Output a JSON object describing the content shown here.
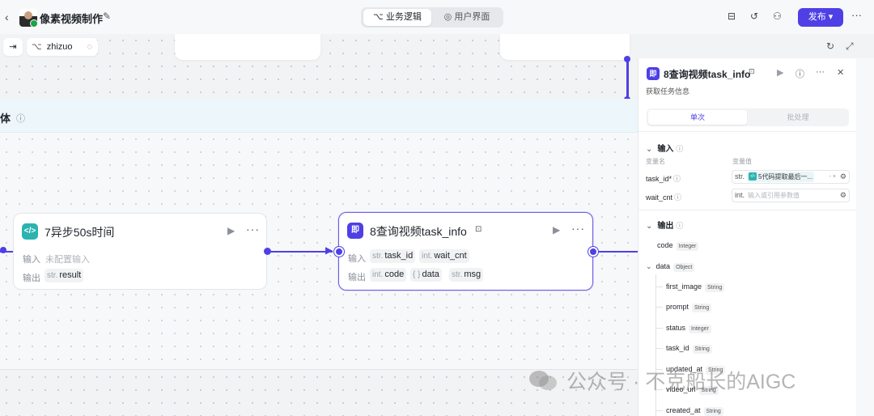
{
  "topbar": {
    "back_icon": "chevron-left-icon",
    "title": "像素视频制作",
    "tabs": [
      {
        "label": "业务逻辑",
        "icon": "workflow-icon",
        "active": true
      },
      {
        "label": "用户界面",
        "icon": "palette-icon",
        "active": false
      }
    ],
    "publish_label": "发布",
    "accent": "#4e40e5"
  },
  "canvas_bar": {
    "chip_label": "zhizuo"
  },
  "loop": {
    "title": "体"
  },
  "nodes": [
    {
      "title": "7异步50s时间",
      "icon_text": "</>",
      "icon_color": "#2bb3b1",
      "input_label": "输入",
      "input_empty": "未配置输入",
      "output_label": "输出",
      "outputs": [
        {
          "type": "str.",
          "name": "result"
        }
      ]
    },
    {
      "title": "8查询视频task_info",
      "icon_text": "即",
      "icon_color": "#4e40e5",
      "input_label": "输入",
      "inputs": [
        {
          "type": "str.",
          "name": "task_id"
        },
        {
          "type": "int.",
          "name": "wait_cnt"
        }
      ],
      "output_label": "输出",
      "outputs": [
        {
          "type": "int.",
          "name": "code"
        },
        {
          "type": "{ }",
          "name": "data"
        },
        {
          "type": "str.",
          "name": "msg"
        }
      ]
    }
  ],
  "panel": {
    "icon_text": "即",
    "title": "8查询视频task_info",
    "description": "获取任务信息",
    "tabs": [
      "单次",
      "批处理"
    ],
    "input_section": "输入",
    "col_name": "变量名",
    "col_value": "变量值",
    "inputs": [
      {
        "name": "task_id*",
        "type": "str.",
        "ref": "5代码提取最后一...",
        "ctl": "- ×"
      },
      {
        "name": "wait_cnt",
        "type": "int.",
        "placeholder": "输入或引用参数值"
      }
    ],
    "output_section": "输出",
    "outputs": [
      {
        "name": "code",
        "type": "Integer"
      },
      {
        "name": "data",
        "type": "Object"
      },
      {
        "name": "first_image",
        "type": "String"
      },
      {
        "name": "prompt",
        "type": "String"
      },
      {
        "name": "status",
        "type": "Integer"
      },
      {
        "name": "task_id",
        "type": "String"
      },
      {
        "name": "updated_at",
        "type": "String"
      },
      {
        "name": "video_url",
        "type": "String"
      },
      {
        "name": "created_at",
        "type": "String"
      }
    ]
  },
  "watermark": "公众号 · 不克船长的AIGC"
}
